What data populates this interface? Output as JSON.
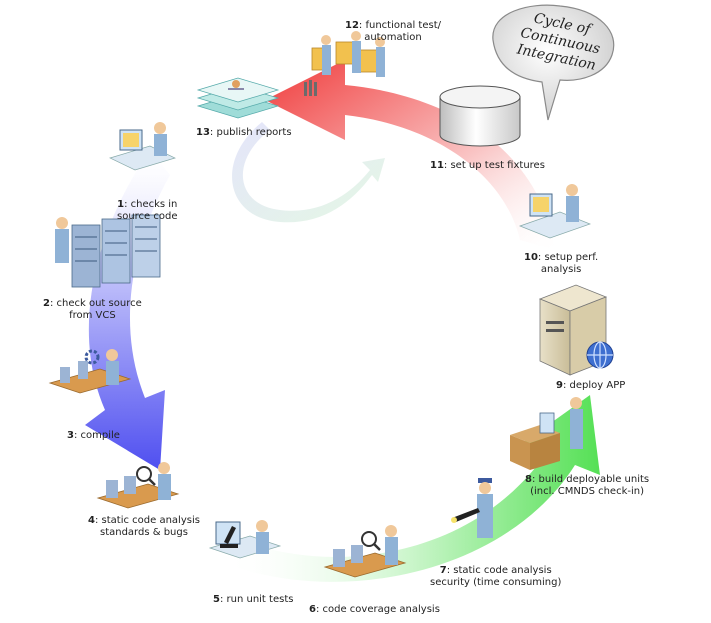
{
  "bubble": {
    "line1": "Cycle of",
    "line2": "Continuous",
    "line3": "Integration"
  },
  "colors": {
    "blue": "#5b5bf0",
    "green": "#5fe65f",
    "red": "#f04a4a",
    "person": "#8fb2d6",
    "box": "#f2c14e"
  },
  "steps": [
    {
      "num": "1",
      "line1": ": checks in",
      "line2": "source code",
      "icon": "developer-at-desk-icon"
    },
    {
      "num": "2",
      "line1": ": check out source",
      "line2": "from VCS",
      "icon": "server-rack-icon"
    },
    {
      "num": "3",
      "line1": ": compile",
      "line2": "",
      "icon": "assembly-line-gear-icon"
    },
    {
      "num": "4",
      "line1": ": static code analysis",
      "line2": "standards & bugs",
      "icon": "magnifier-inspection-icon"
    },
    {
      "num": "5",
      "line1": ": run unit tests",
      "line2": "",
      "icon": "microscope-icon"
    },
    {
      "num": "6",
      "line1": ": code coverage analysis",
      "line2": "",
      "icon": "magnifier-inspection-icon"
    },
    {
      "num": "7",
      "line1": ": static code analysis",
      "line2": "security (time consuming)",
      "icon": "security-guard-icon"
    },
    {
      "num": "8",
      "line1": ": build deployable units",
      "line2": "(incl. CMNDS check-in)",
      "icon": "package-box-icon"
    },
    {
      "num": "9",
      "line1": ": deploy APP",
      "line2": "",
      "icon": "web-server-globe-icon"
    },
    {
      "num": "10",
      "line1": ": setup perf.",
      "line2": "analysis",
      "icon": "developer-at-desk-icon"
    },
    {
      "num": "11",
      "line1": ": set up test fixtures",
      "line2": "",
      "icon": "database-cylinder-icon"
    },
    {
      "num": "12",
      "line1": ": functional test/",
      "line2": "automation",
      "icon": "testers-with-boxes-icon"
    },
    {
      "num": "13",
      "line1": ": publish reports",
      "line2": "",
      "icon": "report-stack-icon"
    }
  ]
}
